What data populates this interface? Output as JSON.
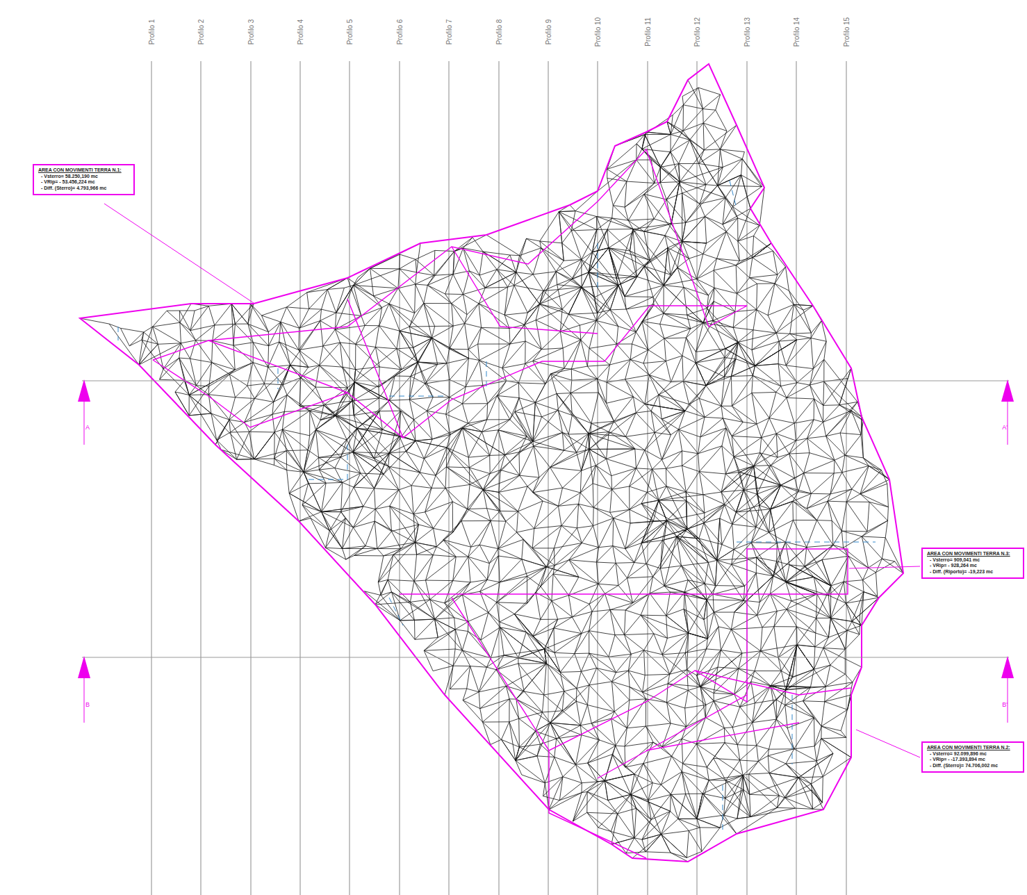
{
  "diagram": {
    "nodes": [
      {
        "text": [
          "AREA CON MOVIMENTI TERRA N.1:",
          "- Vsterro= 58.250,190 mc",
          "- VRip= - 53.456,224 mc",
          "- Diff. (Sterro)= 4.793,966 mc"
        ]
      },
      {
        "text": [
          "AREA CON MOVIMENTI TERRA N.3:",
          "- Vsterro= 909,041 mc",
          "- VRip= - 928,264 mc",
          "- Diff. (Riporto)= -19,223 mc"
        ]
      },
      {
        "text": [
          "AREA CON MOVIMENTI TERRA N.2:",
          "- Vsterro= 92.099,896 mc",
          "- VRip= - -17.393,894 mc",
          "- Diff. (Sterro)= 74.706,002 mc"
        ]
      }
    ],
    "labels": [
      "Profilo 1",
      "Profilo 2",
      "Profilo 3",
      "Profilo 4",
      "Profilo 5",
      "Profilo 6",
      "Profilo 7",
      "Profilo 8",
      "Profilo 9",
      "Profilo 10",
      "Profilo 11",
      "Profilo 12",
      "Profilo 13",
      "Profilo 14",
      "Profilo 15",
      "A",
      "A'",
      "B",
      "B'"
    ]
  }
}
